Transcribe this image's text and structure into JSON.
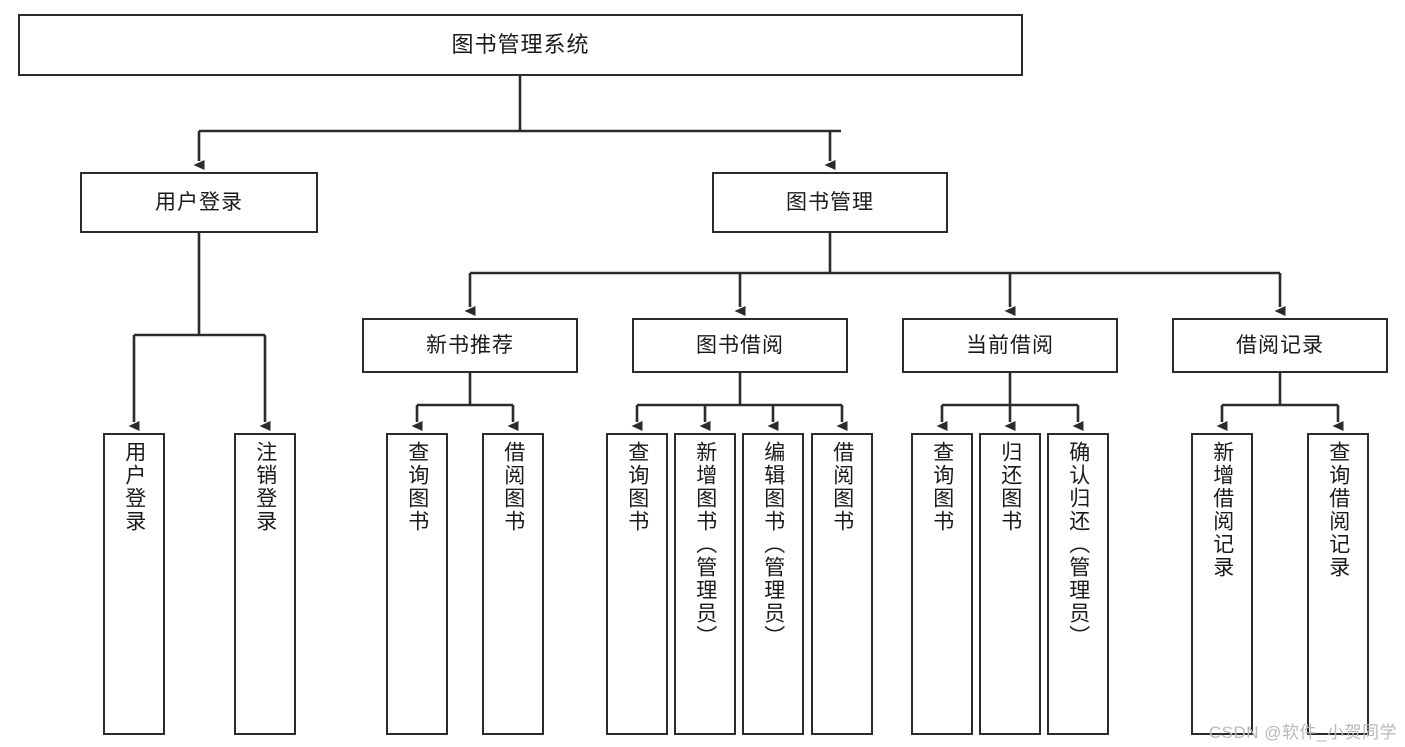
{
  "diagram": {
    "title": "图书管理系统",
    "type": "tree-hierarchy-chart",
    "root": {
      "label": "图书管理系统"
    },
    "level2": [
      {
        "label": "用户登录"
      },
      {
        "label": "图书管理"
      }
    ],
    "level3": [
      {
        "label": "新书推荐"
      },
      {
        "label": "图书借阅"
      },
      {
        "label": "当前借阅"
      },
      {
        "label": "借阅记录"
      }
    ],
    "leaves": {
      "user_login": [
        {
          "label": "用户登录"
        },
        {
          "label": "注销登录"
        }
      ],
      "new_book_recommend": [
        {
          "label": "查询图书"
        },
        {
          "label": "借阅图书"
        }
      ],
      "book_borrow": [
        {
          "label": "查询图书"
        },
        {
          "label": "新增图书（管理员）"
        },
        {
          "label": "编辑图书（管理员）"
        },
        {
          "label": "借阅图书"
        }
      ],
      "current_borrow": [
        {
          "label": "查询图书"
        },
        {
          "label": "归还图书"
        },
        {
          "label": "确认归还（管理员）"
        }
      ],
      "borrow_record": [
        {
          "label": "新增借阅记录"
        },
        {
          "label": "查询借阅记录"
        }
      ]
    }
  },
  "watermark": {
    "text": "CSDN @软件_小贺同学"
  },
  "colors": {
    "border": "#2b2b2b",
    "background": "#ffffff",
    "text": "#1a1a1a",
    "watermark": "#b9b9b9"
  }
}
